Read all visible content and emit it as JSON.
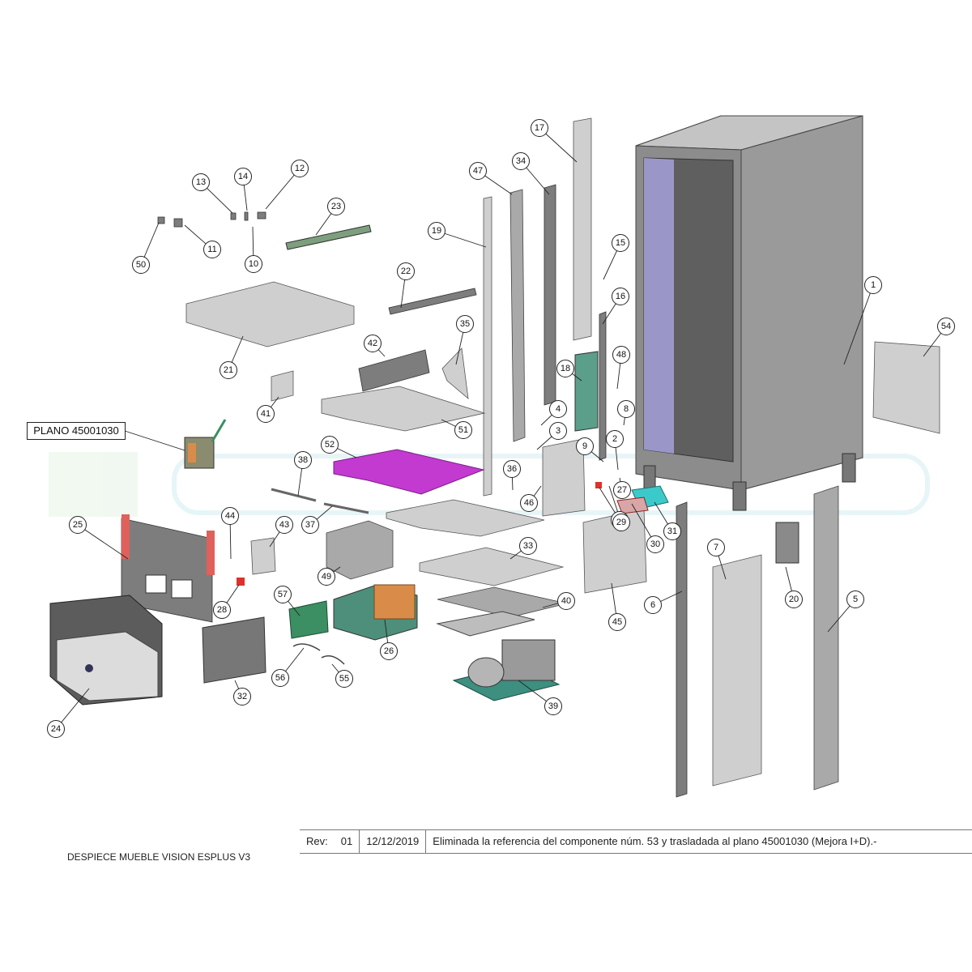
{
  "title": "DESPIECE MUEBLE VISION ESPLUS V3",
  "plano_ref": "PLANO 45001030",
  "revision": {
    "rev_label": "Rev:",
    "rev_number": "01",
    "date": "12/12/2019",
    "description": "Eliminada la referencia del componente núm. 53 y trasladada al plano 45001030 (Mejora I+D).-"
  },
  "callouts": [
    "1",
    "2",
    "3",
    "4",
    "5",
    "6",
    "7",
    "8",
    "9",
    "10",
    "11",
    "12",
    "13",
    "14",
    "15",
    "16",
    "17",
    "18",
    "19",
    "20",
    "21",
    "22",
    "23",
    "24",
    "25",
    "26",
    "27",
    "28",
    "28",
    "29",
    "30",
    "31",
    "32",
    "33",
    "34",
    "35",
    "36",
    "37",
    "38",
    "39",
    "40",
    "41",
    "42",
    "43",
    "44",
    "45",
    "46",
    "47",
    "48",
    "49",
    "50",
    "51",
    "52",
    "54",
    "55",
    "56",
    "57"
  ],
  "colors": {
    "accent_magenta": "#c33ad0",
    "accent_teal": "#3cc9c9",
    "accent_orange": "#d98c4a",
    "accent_green": "#3b8f62",
    "accent_red": "#d8342c",
    "cabinet_interior": "#9a97c8"
  }
}
